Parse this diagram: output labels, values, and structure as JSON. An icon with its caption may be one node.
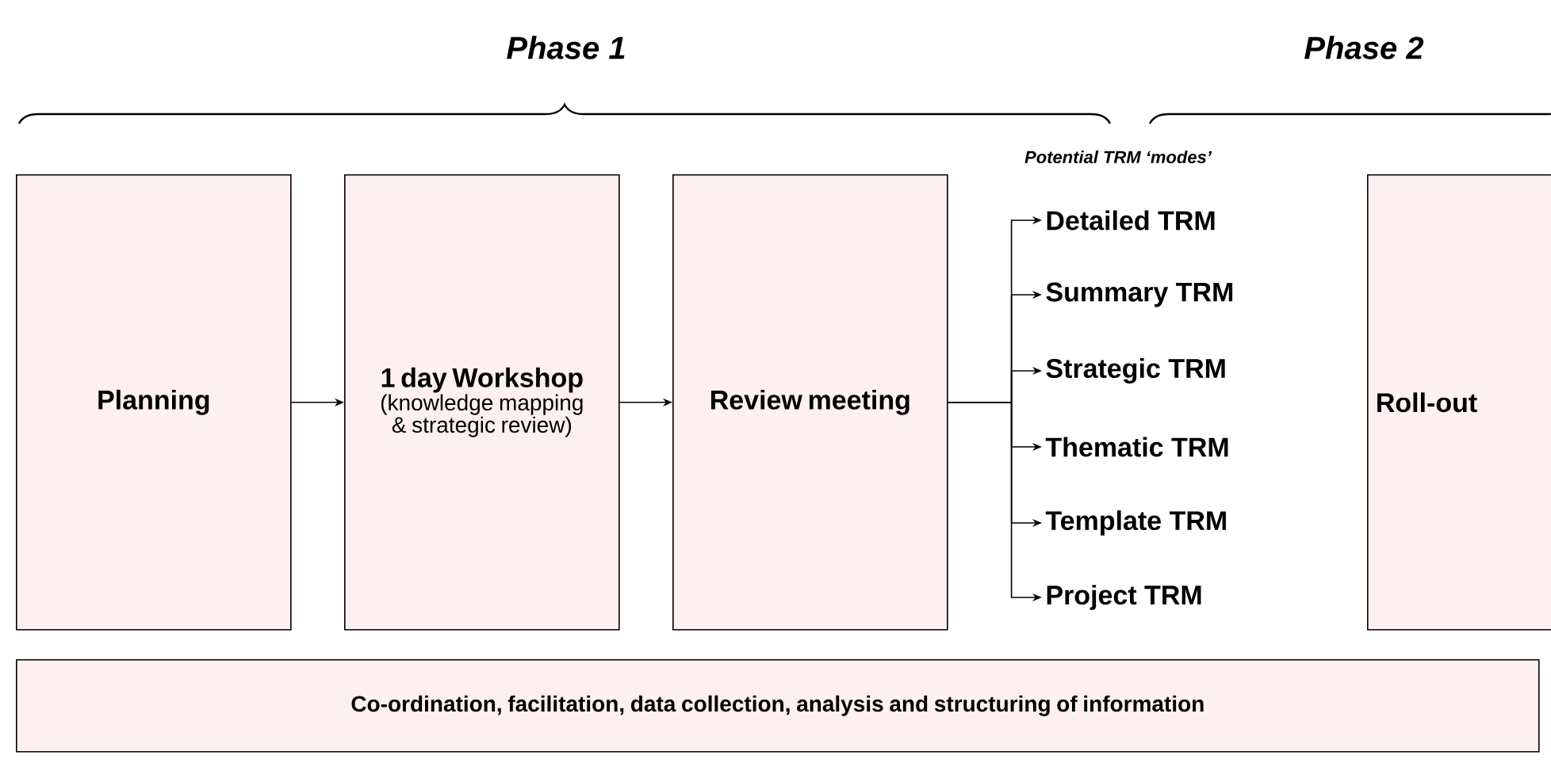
{
  "diagram": {
    "nodes": [
      {
        "text": [
          "Planning"
        ]
      },
      {
        "text": [
          "1 day Workshop",
          "(knowledge mapping & strategic review)"
        ]
      },
      {
        "text": [
          "Review meeting"
        ]
      },
      {
        "text": [
          "Detailed TRM"
        ]
      },
      {
        "text": [
          "Summary TRM"
        ]
      },
      {
        "text": [
          "Strategic TRM"
        ]
      },
      {
        "text": [
          "Thematic TRM"
        ]
      },
      {
        "text": [
          "Template TRM"
        ]
      },
      {
        "text": [
          "Project TRM"
        ]
      },
      {
        "text": [
          "Roll-out"
        ]
      },
      {
        "text": [
          "Co-ordination, facilitation, data collection, analysis and structuring of information"
        ]
      }
    ],
    "edges": [
      {
        "from": 0,
        "to": 1,
        "arrow": "to"
      },
      {
        "from": 1,
        "to": 2,
        "arrow": "to"
      },
      {
        "from": 2,
        "to": 3,
        "arrow": "to"
      },
      {
        "from": 2,
        "to": 4,
        "arrow": "to"
      },
      {
        "from": 2,
        "to": 5,
        "arrow": "to"
      },
      {
        "from": 2,
        "to": 6,
        "arrow": "to"
      },
      {
        "from": 2,
        "to": 7,
        "arrow": "to"
      },
      {
        "from": 2,
        "to": 8,
        "arrow": "to"
      }
    ],
    "labels": [
      "Phase 1",
      "Phase 2",
      "Potential TRM ‘modes’"
    ]
  }
}
